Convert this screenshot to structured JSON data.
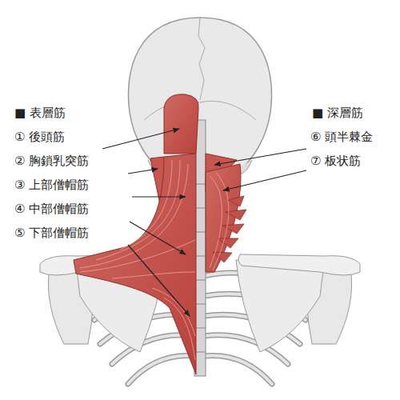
{
  "diagram": {
    "labels": [
      "■ 表層筋",
      "① 後頭筋",
      "② 胸鎖乳突筋",
      "③ 上部僧帽筋",
      "④ 中部僧帽筋",
      "⑤ 下部僧帽筋",
      "■ 深層筋",
      "⑥ 頭半棘金",
      "⑦ 板状筋"
    ]
  }
}
